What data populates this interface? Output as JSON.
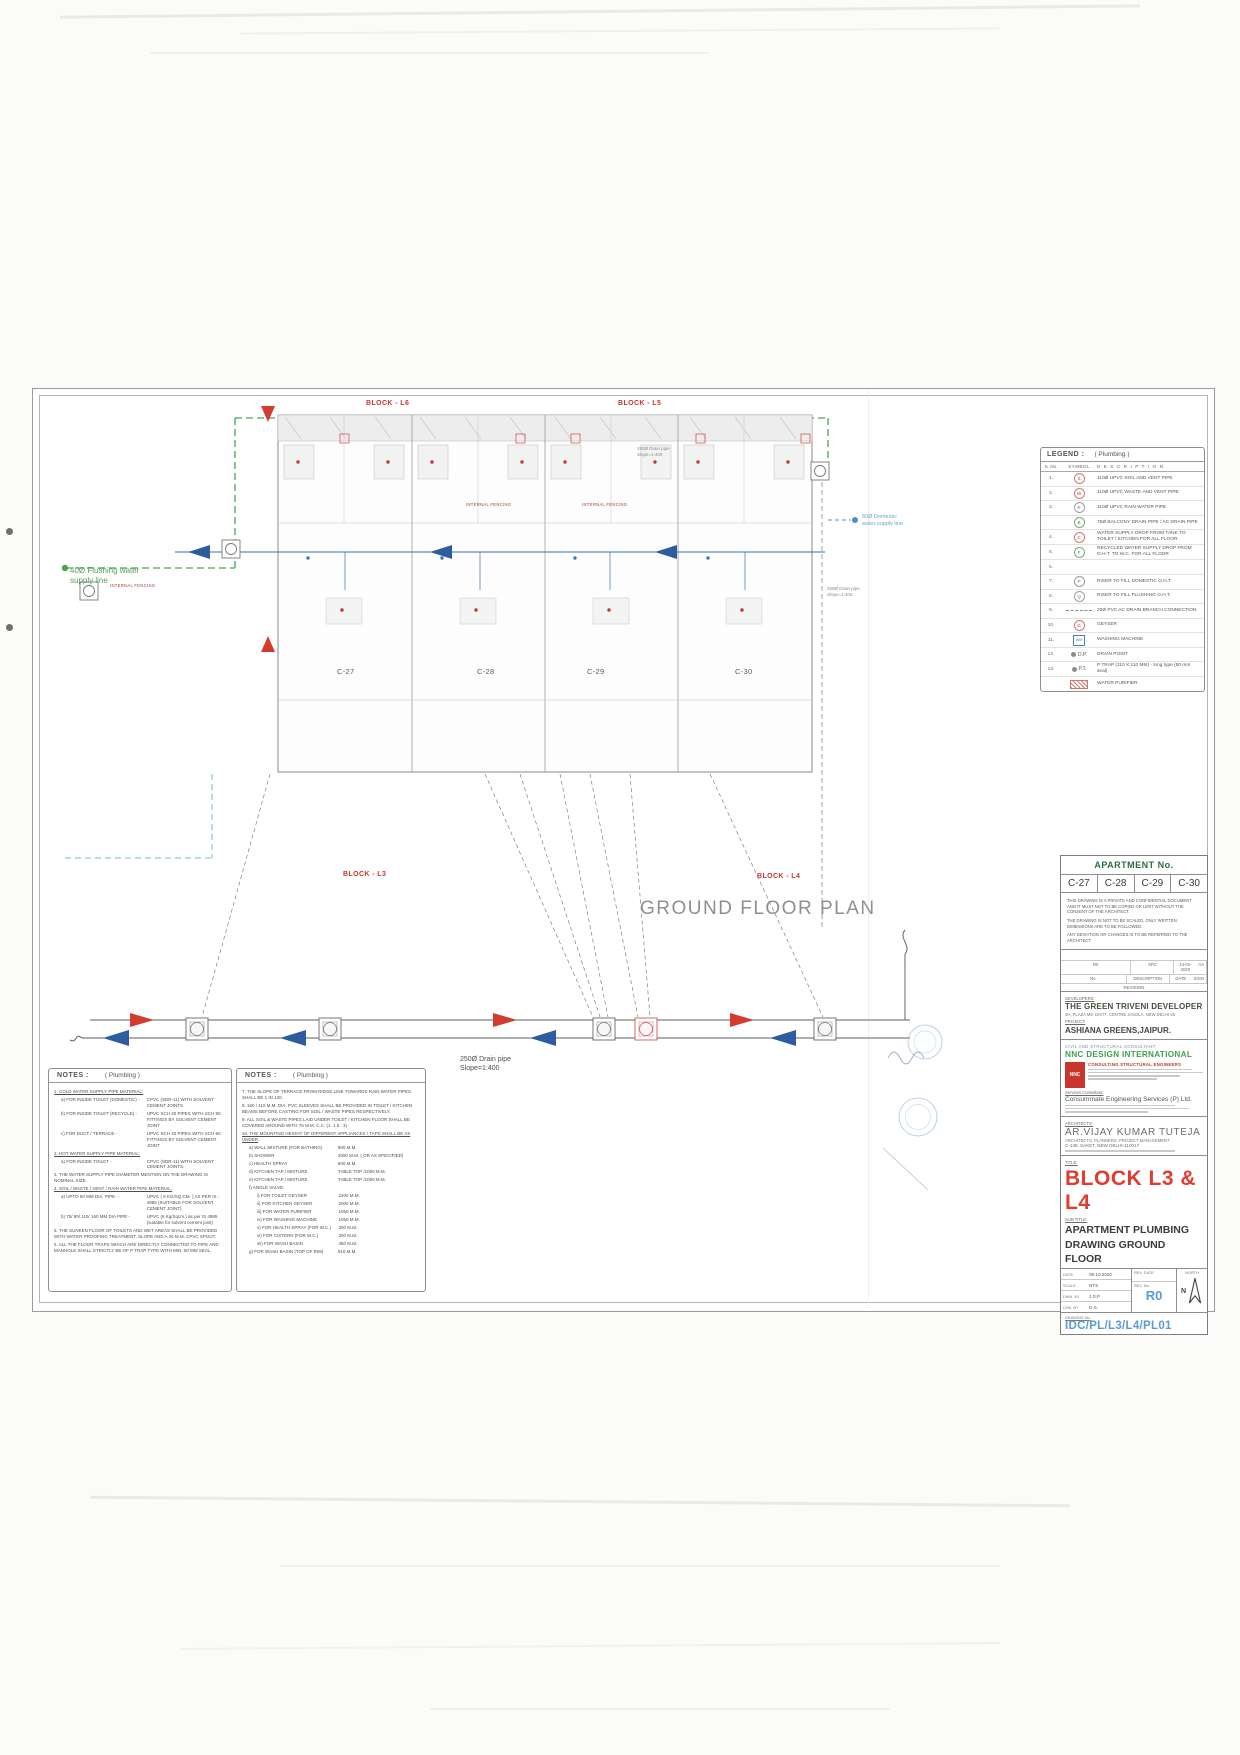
{
  "legend": {
    "title": "LEGEND :",
    "subtitle": "( Plumbing )",
    "cols": [
      "S. No.",
      "SYMBOL",
      "D E S C R I P T I O N"
    ],
    "rows": [
      {
        "no": "1.",
        "sym": "S",
        "kind": "k-circ k-red",
        "desc": "110Ø UPVC SOIL AND VENT PIPE"
      },
      {
        "no": "2.",
        "sym": "W",
        "kind": "k-circ k-red",
        "desc": "110Ø UPVC WASTE AND VENT PIPE"
      },
      {
        "no": "3.",
        "sym": "R",
        "kind": "k-circ k-gray",
        "desc": "110Ø UPVC RAIN WATER PIPE"
      },
      {
        "no": "",
        "sym": "B",
        "kind": "k-circ k-green",
        "desc": "75Ø BALCONY DRAIN PIPE / AC DRAIN PIPE"
      },
      {
        "no": "4.",
        "sym": "C",
        "kind": "k-circ k-red",
        "desc": "WATER SUPPLY DROP FROM TANK TO TOILET / KITCHEN FOR ALL FLOOR"
      },
      {
        "no": "5.",
        "sym": "F",
        "kind": "k-circ k-green",
        "desc": "RECYCLED WATER SUPPLY DROP FROM O.H.T. TO W.C. FOR ALL FLOOR"
      },
      {
        "no": "6.",
        "sym": "",
        "kind": "k-none",
        "desc": ""
      },
      {
        "no": "7.",
        "sym": "P",
        "kind": "k-circ k-gray",
        "desc": "RISER TO FILL DOMESTIC O.H.T."
      },
      {
        "no": "8.",
        "sym": "Q",
        "kind": "k-circ k-gray",
        "desc": "RISER TO FILL FLUSHING O.H.T."
      },
      {
        "no": "9.",
        "sym": "",
        "kind": "k-dash",
        "desc": "25Ø PVC AC DRAIN BRANCH CONNECTION"
      },
      {
        "no": "10.",
        "sym": "G",
        "kind": "k-circ k-red",
        "desc": "GEYSER"
      },
      {
        "no": "11.",
        "sym": "WM",
        "kind": "k-box",
        "desc": "WASHING MACHINE"
      },
      {
        "no": "12.",
        "sym": "D.P.",
        "kind": "k-dot",
        "desc": "DRAIN POINT"
      },
      {
        "no": "13.",
        "sym": "P.T.",
        "kind": "k-dot",
        "desc": "P TRAP (110 X 110 MM) - long type (50 mm seal)"
      },
      {
        "no": "",
        "sym": "",
        "kind": "k-hatch",
        "desc": "WATER PURIFIER"
      }
    ]
  },
  "plan": {
    "title": "GROUND FLOOR PLAN",
    "block_l6": "BLOCK - L6",
    "block_l5": "BLOCK - L5",
    "block_l3": "BLOCK - L3",
    "block_l4": "BLOCK - L4",
    "units": [
      "C-27",
      "C-28",
      "C-29",
      "C-30"
    ],
    "labels": {
      "flushing": "40Ø Flushing water supply line",
      "domestic": "50Ø Domestic water supply line",
      "drain_top": "250Ø Drain pipe Slope=1:400",
      "drain_right": "250Ø Drain pipe Slope=1:400",
      "drain_bottom": "250Ø Drain pipe Slope=1:400",
      "internal_fencing": "INTERNAL FENCING"
    }
  },
  "notes1": {
    "title": "NOTES :",
    "subtitle": "( Plumbing )",
    "lines": [
      {
        "c": "h",
        "t": "1.  COLD WATER SUPPLY PIPE MATERIAL:",
        "v": ""
      },
      {
        "c": "s",
        "t": "a) FOR INSIDE TOILET (DOMESTIC)   -",
        "v": "CPVC (SDR-11)  WITH SOLVENT CEMENT JOINTS."
      },
      {
        "c": "s",
        "t": "b) FOR INSIDE TOILET (RECYCLE)   -",
        "v": "UPVC SCH 40 PIPES WITH SCH 80 FITTINGS BY SOLVENT CEMENT JOINT"
      },
      {
        "c": "s",
        "t": "c) FOR DUCT / TERRACE   -",
        "v": "UPVC SCH 40 PIPES WITH SCH 80 FITTINGS BY SOLVENT CEMENT JOINT"
      },
      {
        "c": "h",
        "t": "2.  HOT WATER SUPPLY PIPE MATERIAL:",
        "v": ""
      },
      {
        "c": "s",
        "t": "a) FOR INSIDE TOILET   -",
        "v": "CPVC (SDR-11)  WITH SOLVENT CEMENT JOINTS."
      },
      {
        "c": "n",
        "t": "3.  THE WATER SUPPLY PIPE DIAMETER MENTION ON THE DRAWING IS NOMINAL SIZE.",
        "v": ""
      },
      {
        "c": "h",
        "t": "4.  SOIL / WASTE / VENT / RAIN WATER PIPE MATERIAL:",
        "v": ""
      },
      {
        "c": "s",
        "t": "a) UPTO 50 MM DIA. PIPE   -",
        "v": "UPVC ( 6 KG/SQ.CM. ) AS PER IS : 4985 (SUITABLE FOR SOLVENT CEMENT JOINT)"
      },
      {
        "c": "s",
        "t": "b) 75/ 90/ 110/ 160 MM DIA PIPE   -",
        "v": "UPVC (6 Kg/Sqcm.) as per IS 4985 (suitable for solvent cement joint)"
      },
      {
        "c": "n",
        "t": "5.  THE SUNKEN FLOOR OF TOILETS AND WET AREAS SHALL BE PROVIDED WITH WATER PROOFING TREATMENT, SLOPE AND A 25 M.M. CPVC SPOUT.",
        "v": ""
      },
      {
        "c": "n",
        "t": "6.  ALL THE FLOOR TRAPS WHICH ARE DIRECTLY CONNECTED TO PIPE AND MANHOLE SHALL STRICTLY BE OF P TRAP TYPE WITH MIN. 50 MM SEAL.",
        "v": ""
      }
    ]
  },
  "notes2": {
    "title": "NOTES :",
    "subtitle": "( Plumbing )",
    "lines": [
      {
        "c": "n",
        "t": "7.  THE SLOPE OF TERRACE FROM RIDGE LINE TOWARDS RAIN WATER PIPES SHALL BE 1 IN 120.",
        "v": ""
      },
      {
        "c": "n",
        "t": "8.  160 / 110 M.M. DIA. PVC SLEEVES SHALL BE PROVIDED IN TOILET / KITCHEN BEAMS BEFORE CASTING FOR SOIL / WASTE PIPES RESPECTIVELY.",
        "v": ""
      },
      {
        "c": "n",
        "t": "9.  ALL SOIL & WASTE PIPES LAID UNDER TOILET / KITCHEN FLOOR SHALL BE COVERED AROUND WITH 75 M.M. C.C. (1: 1.5 : 3)",
        "v": ""
      },
      {
        "c": "h",
        "t": "10.  THE MOUNTING HEIGHT OF DIFFERENT APPLIANCES / TAPS SHALL BE AS UNDER",
        "v": ""
      },
      {
        "c": "s",
        "t": "a)  WALL MIXTURE (FOR BATHING)",
        "v": "900 M.M."
      },
      {
        "c": "s",
        "t": "b)  SHOWER",
        "v": "2000 M.M. ( OR AS SPECIFIED)"
      },
      {
        "c": "s",
        "t": "c)  HEALTH SPRAY",
        "v": "600 M.M."
      },
      {
        "c": "s",
        "t": "d)  KITCHEN TAP / MIXTURE",
        "v": "TABLE TOP /1050 M.M."
      },
      {
        "c": "s",
        "t": "e)  KITCHEN TAP / MIXTURE",
        "v": "TABLE TOP /1050 M.M."
      },
      {
        "c": "s",
        "t": "f)  ANGLE VALVE:",
        "v": ""
      },
      {
        "c": "s2",
        "t": "i) FOR TOILET GEYSER",
        "v": "2200 M.M."
      },
      {
        "c": "s2",
        "t": "ii) FOR KITCHEN GEYSER",
        "v": "2000 M.M."
      },
      {
        "c": "s2",
        "t": "iii) FOR WATER PURIFIER",
        "v": "1050 M.M."
      },
      {
        "c": "s2",
        "t": "iv) FOR WASHING MACHINE",
        "v": "1050 M.M."
      },
      {
        "c": "s2",
        "t": "v) FOR HEALTH SPRAY (FOR W.C.)",
        "v": "300 M.M."
      },
      {
        "c": "s2",
        "t": "vi) FOR CISTERN (FOR W.C.)",
        "v": "300 M.M."
      },
      {
        "c": "s2",
        "t": "vii) FOR WASH BASIN",
        "v": "450 M.M."
      },
      {
        "c": "s",
        "t": "g)  FOR WASH BASIN (TOP OF RIM)",
        "v": "810 M.M."
      }
    ]
  },
  "tb": {
    "apartment_header": "APARTMENT No.",
    "apartments": [
      "C-27",
      "C-28",
      "C-29",
      "C-30"
    ],
    "disclaimers": [
      "THIS DRAWING IS A PRIVATE AND CONFIDENTIAL DOCUMENT AND IT MUST NOT TO BE COPIED OR LENT WITHOUT THE CONSENT OF THE ARCHITECT.",
      "THE DRAWING IS NOT TO BE SCALED, ONLY WRITTEN DIMENSIONS ARE TO BE FOLLOWED.",
      "ANY DEVIATION OR CHANGES IS TO BE REFERRED TO THE ARCHITECT"
    ],
    "revision": {
      "row": [
        "R0",
        "SPC",
        "14-02-2020",
        "AA"
      ],
      "head": [
        "No.",
        "DESCRIPTION",
        "DATE",
        "SIGN"
      ],
      "caption": "REVISION"
    },
    "developers_label": "DEVELOPERS:",
    "developer": "THE GREEN TRIVENI DEVELOPER",
    "developer_addr": "3H, PLAZA M6, DISTT. CENTRE JASOLA, NEW DELHI-25",
    "project_label": "PROJECT:",
    "project": "ASHIANA GREENS,JAIPUR.",
    "civil_label": "CIVIL AND STRUCTURAL CONSULTANT:",
    "civil": "NNC DESIGN INTERNATIONAL",
    "civil_logo": "NNC",
    "civil_sub": "CONSULTING STRUCTURAL ENGINEERS",
    "services_label": "Services Consultant:",
    "services": "Consummate Engineering Services (P) Ltd.",
    "architects_label": "ARCHITECTS:",
    "architect": "AR.VIJAY KUMAR TUTEJA",
    "architect_sub": "ARCHITECTS, PLANNERS, PROJECT MANAGEMENT",
    "architect_addr": "C-138, SAKET, NEW DELHI-110017",
    "title_label": "TITLE:",
    "title": "BLOCK L3 & L4",
    "subtitle_label": "SUB TITLE:",
    "subtitle1": "APARTMENT PLUMBING",
    "subtitle2": "DRAWING GROUND FLOOR",
    "fields": {
      "date_label": "DATE",
      "date": "09.10.2020",
      "revdate_label": "REV. DATE",
      "north_label": "NORTH",
      "north_n": "N",
      "scale_label": "SCALE",
      "scale": "NTS",
      "dwn_label": "DWN. BY",
      "dwn": "J.S.P",
      "rev_no_label": "REV. No.",
      "rev_no": "R0",
      "chk_label": "CHK. BY",
      "chk": "D.S.",
      "drawing_no_label": "DRAWING No.",
      "drawing_no": "IDC/PL/L3/L4/PL01"
    }
  }
}
